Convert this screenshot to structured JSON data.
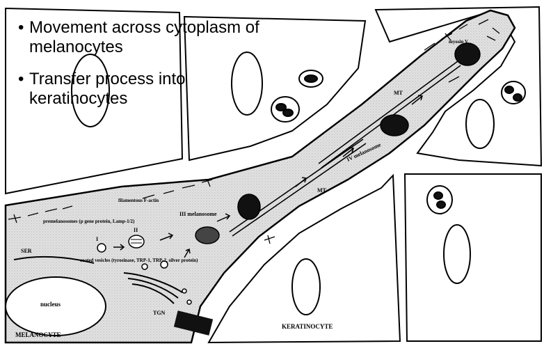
{
  "bullets": [
    "Movement across cytoplasm of melanocytes",
    "Transfer process into keratinocytes"
  ],
  "labels": {
    "melanocyte": "MELANOCYTE",
    "keratinocyte": "KERATINOCYTE",
    "nucleus": "nucleus",
    "tgn": "TGN",
    "ser": "SER",
    "stage_i": "I",
    "stage_ii": "II",
    "stage_iii": "III melanosome",
    "stage_iv": "IV melanosome",
    "premelanosomes": "premelanosomes (p gene protein, Lamp-1/2)",
    "coated_vesicles": "coated vesicles (tyrosinase, TRP-1, TRP-2, silver protein)",
    "filament": "filamentous F-actin",
    "mt_1": "MT",
    "mt_2": "MT",
    "myosin": "myosin V"
  }
}
